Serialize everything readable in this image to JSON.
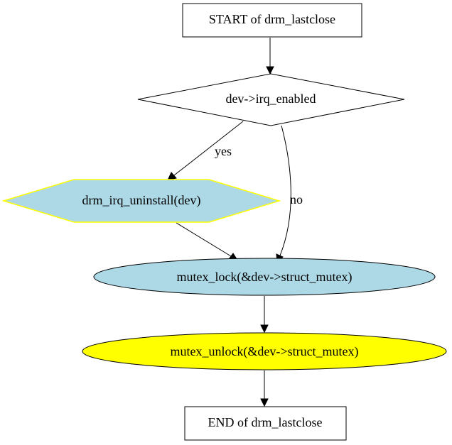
{
  "diagram": {
    "nodes": {
      "start": {
        "label": "START of drm_lastclose",
        "shape": "box",
        "fill": "#ffffff",
        "stroke": "#000000"
      },
      "irq_enabled": {
        "label": "dev->irq_enabled",
        "shape": "diamond",
        "fill": "#ffffff",
        "stroke": "#000000"
      },
      "irq_uninstall": {
        "label": "drm_irq_uninstall(dev)",
        "shape": "hexagon",
        "fill": "#add8e6",
        "stroke": "#ffff00"
      },
      "mutex_lock": {
        "label": "mutex_lock(&dev->struct_mutex)",
        "shape": "ellipse",
        "fill": "#add8e6",
        "stroke": "#000000"
      },
      "mutex_unlock": {
        "label": "mutex_unlock(&dev->struct_mutex)",
        "shape": "ellipse",
        "fill": "#ffff00",
        "stroke": "#000000"
      },
      "end": {
        "label": "END of drm_lastclose",
        "shape": "box",
        "fill": "#ffffff",
        "stroke": "#000000"
      }
    },
    "edges": {
      "yes": {
        "from": "irq_enabled",
        "to": "irq_uninstall",
        "label": "yes"
      },
      "no": {
        "from": "irq_enabled",
        "to": "mutex_lock",
        "label": "no"
      }
    }
  }
}
